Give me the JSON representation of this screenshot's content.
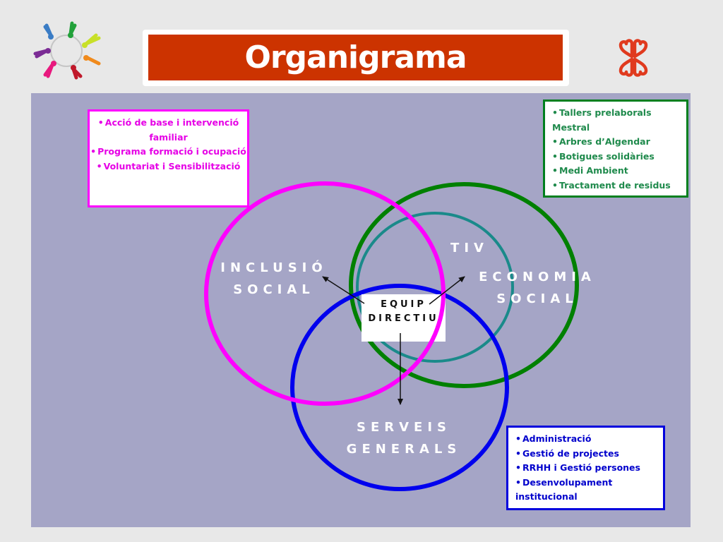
{
  "slide": {
    "title": "Organigrama",
    "left_logo": "people-circle-logo",
    "right_logo": "hearts-cross-logo"
  },
  "colors": {
    "background": "#e8e8e8",
    "panel": "#a5a5c6",
    "title_bar": "#cc3300",
    "inclusio": "#ff00ff",
    "economia": "#008000",
    "tiv": "#1a8a8a",
    "serveis": "#0000ee"
  },
  "center": {
    "line1": "EQUIP",
    "line2": "DIRECTIU"
  },
  "areas": {
    "inclusio": {
      "line1": "INCLUSIÓ",
      "line2": "SOCIAL"
    },
    "economia": {
      "line1": "ECONOMIA",
      "line2": "SOCIAL"
    },
    "tiv": {
      "label": "TIV"
    },
    "serveis": {
      "line1": "SERVEIS",
      "line2": "GENERALS"
    }
  },
  "boxes": {
    "inclusio": {
      "items": [
        "Acció de base i intervenció familiar",
        "Programa formació i ocupació",
        "Voluntariat i Sensibilització"
      ]
    },
    "economia": {
      "items": [
        "Tallers prelaborals Mestral",
        "Arbres d’Algendar",
        "Botigues solidàries",
        "Medi Ambient",
        "Tractament de residus"
      ]
    },
    "serveis": {
      "items": [
        "Administració",
        "Gestió de projectes",
        "RRHH i Gestió persones",
        "Desenvolupament institucional"
      ]
    }
  }
}
